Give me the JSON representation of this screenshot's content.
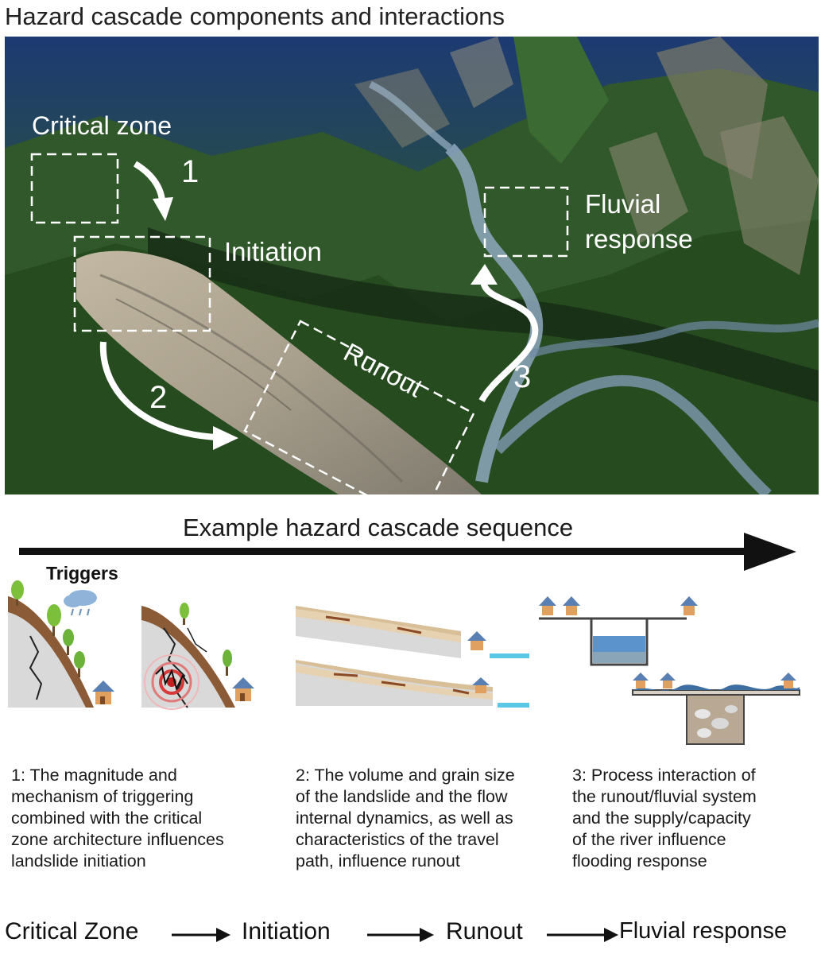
{
  "title": "Hazard cascade components and interactions",
  "photo_labels": {
    "critical_zone": "Critical zone",
    "initiation": "Initiation",
    "runout": "Runout",
    "fluvial_line1": "Fluvial",
    "fluvial_line2": "response",
    "step1": "1",
    "step2": "2",
    "step3": "3"
  },
  "sequence": {
    "label": "Example hazard cascade sequence",
    "triggers": "Triggers"
  },
  "captions": {
    "c1": [
      "1: The magnitude and",
      "mechanism of triggering",
      "combined with the critical",
      "zone architecture influences",
      "landslide initiation"
    ],
    "c2": [
      "2: The volume and grain size",
      "of the landslide and the flow",
      "internal dynamics, as well as",
      "characteristics of the travel",
      "path, influence runout"
    ],
    "c3": [
      "3: Process interaction of",
      "the runout/fluvial system",
      "and the supply/capacity",
      "of the river influence",
      "flooding response"
    ]
  },
  "bottom_flow": [
    "Critical Zone",
    "Initiation",
    "Runout",
    "Fluvial response"
  ],
  "colors": {
    "forest": "#2f5a26",
    "scar": "#b5ab96",
    "river": "#8fa8c0",
    "sky_haze": "#1f3f7a",
    "arrow": "#111111"
  }
}
